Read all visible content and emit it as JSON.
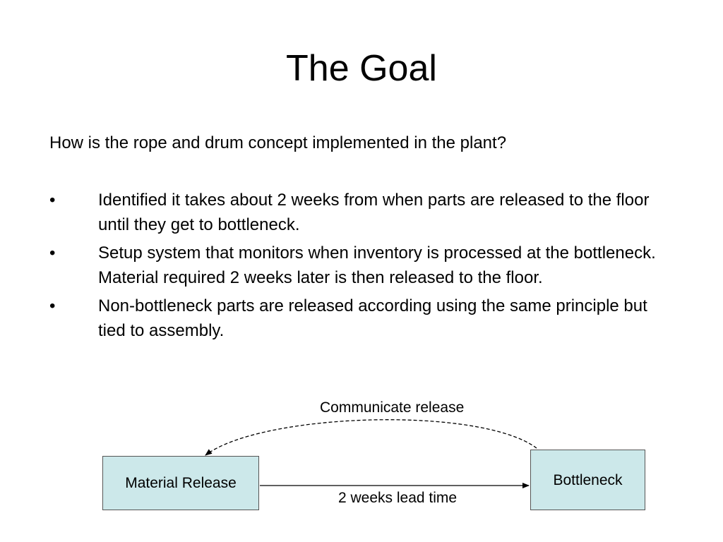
{
  "slide": {
    "title": "The Goal",
    "question": "How is the rope and drum concept implemented in the plant?",
    "bullet_marker": "•",
    "bullets": [
      "Identified it takes about 2 weeks from when parts are released to the floor until they get to bottleneck.",
      "Setup system that monitors when inventory is processed at the bottleneck.  Material required 2 weeks later is then released to the floor.",
      "Non-bottleneck parts are released according using the same principle but tied to assembly."
    ]
  },
  "diagram": {
    "box_left_label": "Material Release",
    "box_right_label": "Bottleneck",
    "feedback_label": "Communicate release",
    "forward_label": "2 weeks lead time",
    "box_fill_color": "#cce8ea"
  }
}
